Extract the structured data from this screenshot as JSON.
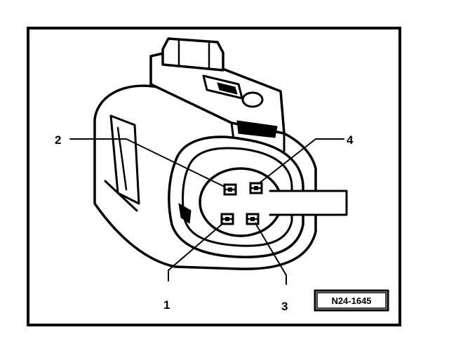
{
  "diagram": {
    "pins": [
      {
        "id": "pin-1",
        "label": "1"
      },
      {
        "id": "pin-2",
        "label": "2"
      },
      {
        "id": "pin-3",
        "label": "3"
      },
      {
        "id": "pin-4",
        "label": "4"
      }
    ],
    "reference_code": "N24-1645",
    "colors": {
      "ink": "#000000",
      "paper": "#ffffff"
    }
  }
}
